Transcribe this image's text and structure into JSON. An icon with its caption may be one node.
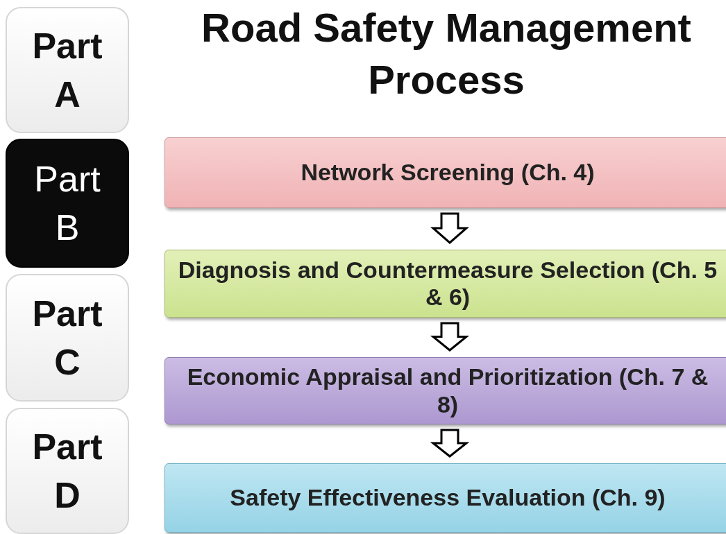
{
  "diagram": {
    "title": "Road Safety Management Process",
    "nodes": [
      {
        "text": [
          "Part A"
        ]
      },
      {
        "text": [
          "Part B"
        ]
      },
      {
        "text": [
          "Part C"
        ]
      },
      {
        "text": [
          "Part D"
        ]
      },
      {
        "text": [
          "Network Screening (Ch. 4)"
        ]
      },
      {
        "text": [
          "Diagnosis and Countermeasure Selection (Ch. 5 & 6)"
        ]
      },
      {
        "text": [
          "Economic Appraisal and Prioritization (Ch. 7 & 8)"
        ]
      },
      {
        "text": [
          "Safety Effectiveness Evaluation (Ch. 9)"
        ]
      }
    ],
    "edges": [
      {
        "from": 4,
        "to": 5,
        "arrow": "to"
      },
      {
        "from": 5,
        "to": 6,
        "arrow": "to"
      },
      {
        "from": 6,
        "to": 7,
        "arrow": "to"
      }
    ]
  }
}
